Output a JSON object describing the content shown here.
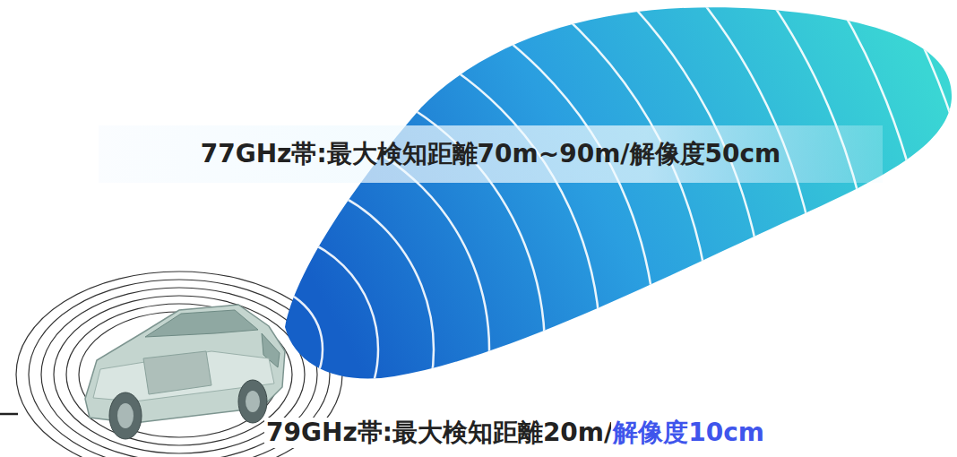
{
  "diagram": {
    "nodes": [
      {
        "text": [
          "77GHz帯:最大検知距離70m~90m/解像度50cm"
        ]
      }
    ],
    "labels": [
      "79GHz帯:最大検知距離20m/",
      "解像度10cm"
    ]
  }
}
